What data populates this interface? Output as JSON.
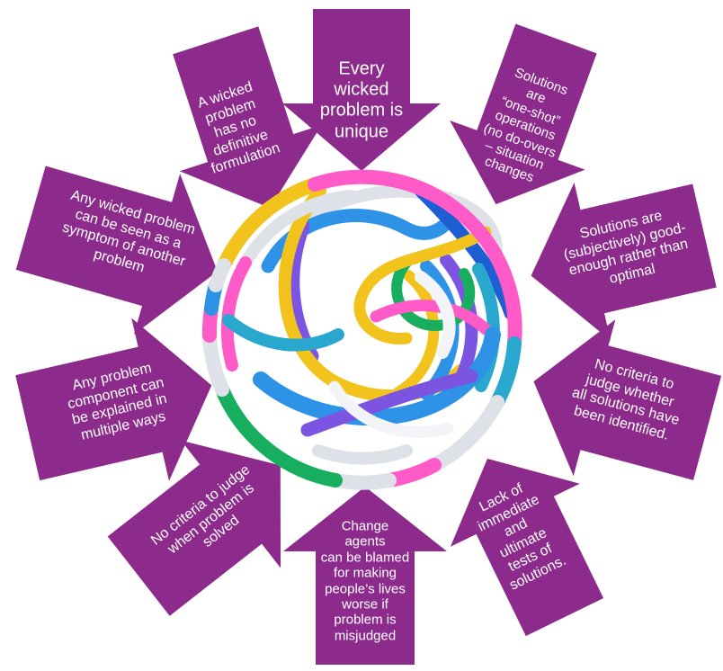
{
  "colors": {
    "arrow_fill": "#8C2B8C",
    "label_text": "#FFFFFF",
    "background": "#FFFFFF",
    "ball": {
      "pink": "#FF5BC8",
      "yellow": "#F1C31C",
      "blue": "#2E93E6",
      "dark_blue": "#1D5ED2",
      "cyan": "#29A7CF",
      "green": "#17AE5F",
      "purple": "#7B54E2",
      "silver": "#DEE1E7",
      "white": "#F2F4F7"
    }
  },
  "center": {
    "name": "tangle-ball",
    "description": "tangled multicolored tube ball"
  },
  "arrows": [
    {
      "id": "top",
      "label": "Every\nwicked\nproblem is\nunique"
    },
    {
      "id": "top-right",
      "label": "Solutions\nare\n“one-shot”\noperations\n(no do-overs\n– situation\nchanges"
    },
    {
      "id": "right-upper",
      "label": "Solutions are\n(subjectively) good-\nenough rather than\noptimal"
    },
    {
      "id": "right-lower",
      "label": "No criteria to\njudge whether\nall solutions have\nbeen identified."
    },
    {
      "id": "bottom-right",
      "label": "Lack of\nimmediate\nand\nultimate\ntests of\nsolutions."
    },
    {
      "id": "bottom",
      "label": "Change\nagents\ncan be blamed\nfor making\npeople’s lives\nworse if\nproblem is\nmisjudged"
    },
    {
      "id": "bottom-left",
      "label": "No criteria to judge\nwhen problem is\nsolved"
    },
    {
      "id": "left-lower",
      "label": "Any problem\ncomponent can\nbe explained in\nmultiple ways"
    },
    {
      "id": "left-upper",
      "label": "Any wicked problem\ncan be seen as a\nsymptom of another\nproblem"
    },
    {
      "id": "top-left",
      "label": "A wicked\nproblem\nhas no\ndefinitive\nformulation"
    }
  ]
}
